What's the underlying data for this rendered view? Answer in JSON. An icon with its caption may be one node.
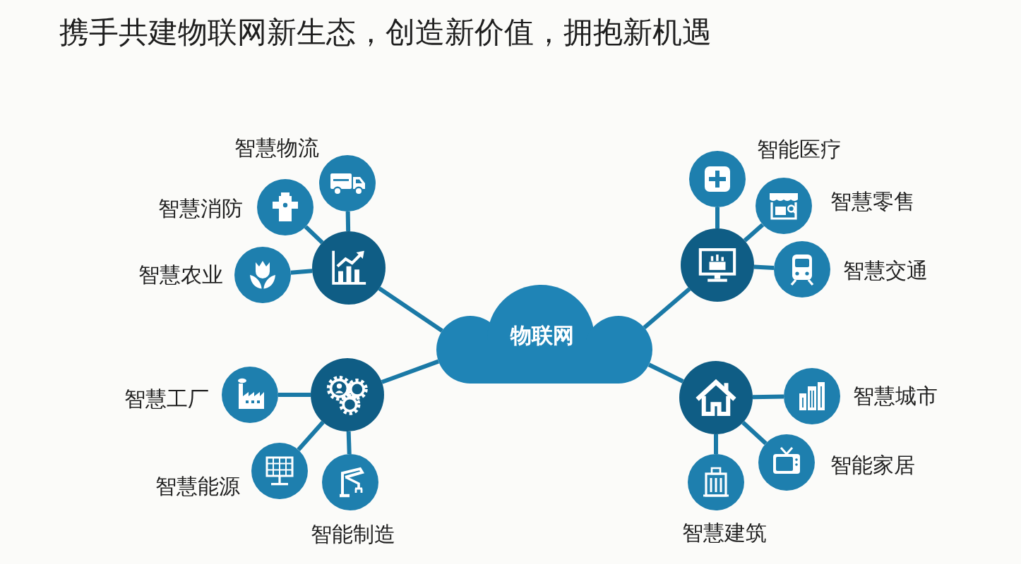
{
  "diagram": {
    "title": "携手共建物联网新生态，创造新价值，拥抱新机遇",
    "nodes": [
      {
        "text": [
          "物联网"
        ]
      },
      {
        "text": [],
        "shape": "circle"
      },
      {
        "text": [
          "智慧物流"
        ]
      },
      {
        "text": [
          "智慧消防"
        ]
      },
      {
        "text": [
          "智慧农业"
        ]
      },
      {
        "text": [],
        "shape": "circle"
      },
      {
        "text": [
          "智能医疗"
        ]
      },
      {
        "text": [
          "智慧零售"
        ]
      },
      {
        "text": [
          "智慧交通"
        ]
      },
      {
        "text": [],
        "shape": "circle"
      },
      {
        "text": [
          "智慧工厂"
        ]
      },
      {
        "text": [
          "智慧能源"
        ]
      },
      {
        "text": [
          "智能制造"
        ]
      },
      {
        "text": [],
        "shape": "circle"
      },
      {
        "text": [
          "智慧城市"
        ]
      },
      {
        "text": [
          "智能家居"
        ]
      },
      {
        "text": [
          "智慧建筑"
        ]
      }
    ],
    "edges": [
      {
        "from": 0,
        "to": 1,
        "arrow": "none"
      },
      {
        "from": 0,
        "to": 5,
        "arrow": "none"
      },
      {
        "from": 0,
        "to": 9,
        "arrow": "none"
      },
      {
        "from": 0,
        "to": 13,
        "arrow": "none"
      },
      {
        "from": 1,
        "to": 2,
        "arrow": "none"
      },
      {
        "from": 1,
        "to": 3,
        "arrow": "none"
      },
      {
        "from": 1,
        "to": 4,
        "arrow": "none"
      },
      {
        "from": 5,
        "to": 6,
        "arrow": "none"
      },
      {
        "from": 5,
        "to": 7,
        "arrow": "none"
      },
      {
        "from": 5,
        "to": 8,
        "arrow": "none"
      },
      {
        "from": 9,
        "to": 10,
        "arrow": "none"
      },
      {
        "from": 9,
        "to": 11,
        "arrow": "none"
      },
      {
        "from": 9,
        "to": 12,
        "arrow": "none"
      },
      {
        "from": 13,
        "to": 14,
        "arrow": "none"
      },
      {
        "from": 13,
        "to": 15,
        "arrow": "none"
      },
      {
        "from": 13,
        "to": 16,
        "arrow": "none"
      }
    ]
  }
}
